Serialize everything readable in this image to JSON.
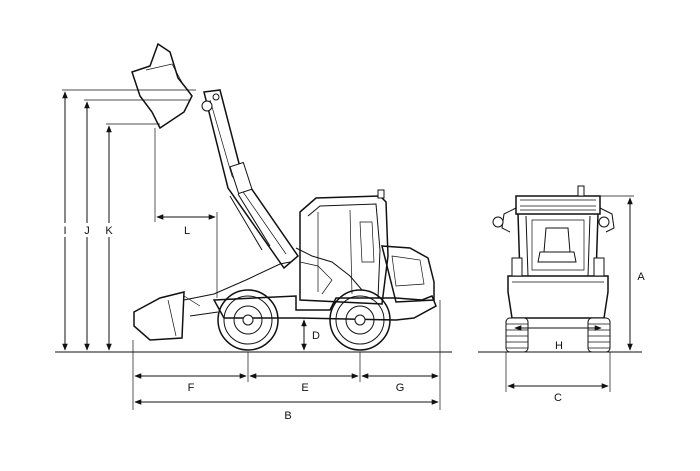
{
  "dimension_labels": {
    "A": "A",
    "B": "B",
    "C": "C",
    "D": "D",
    "E": "E",
    "F": "F",
    "G": "G",
    "H": "H",
    "I": "I",
    "J": "J",
    "K": "K",
    "L": "L"
  },
  "views": [
    "side-view",
    "front-view"
  ],
  "colors": {
    "line": "#111111",
    "background": "#ffffff"
  }
}
